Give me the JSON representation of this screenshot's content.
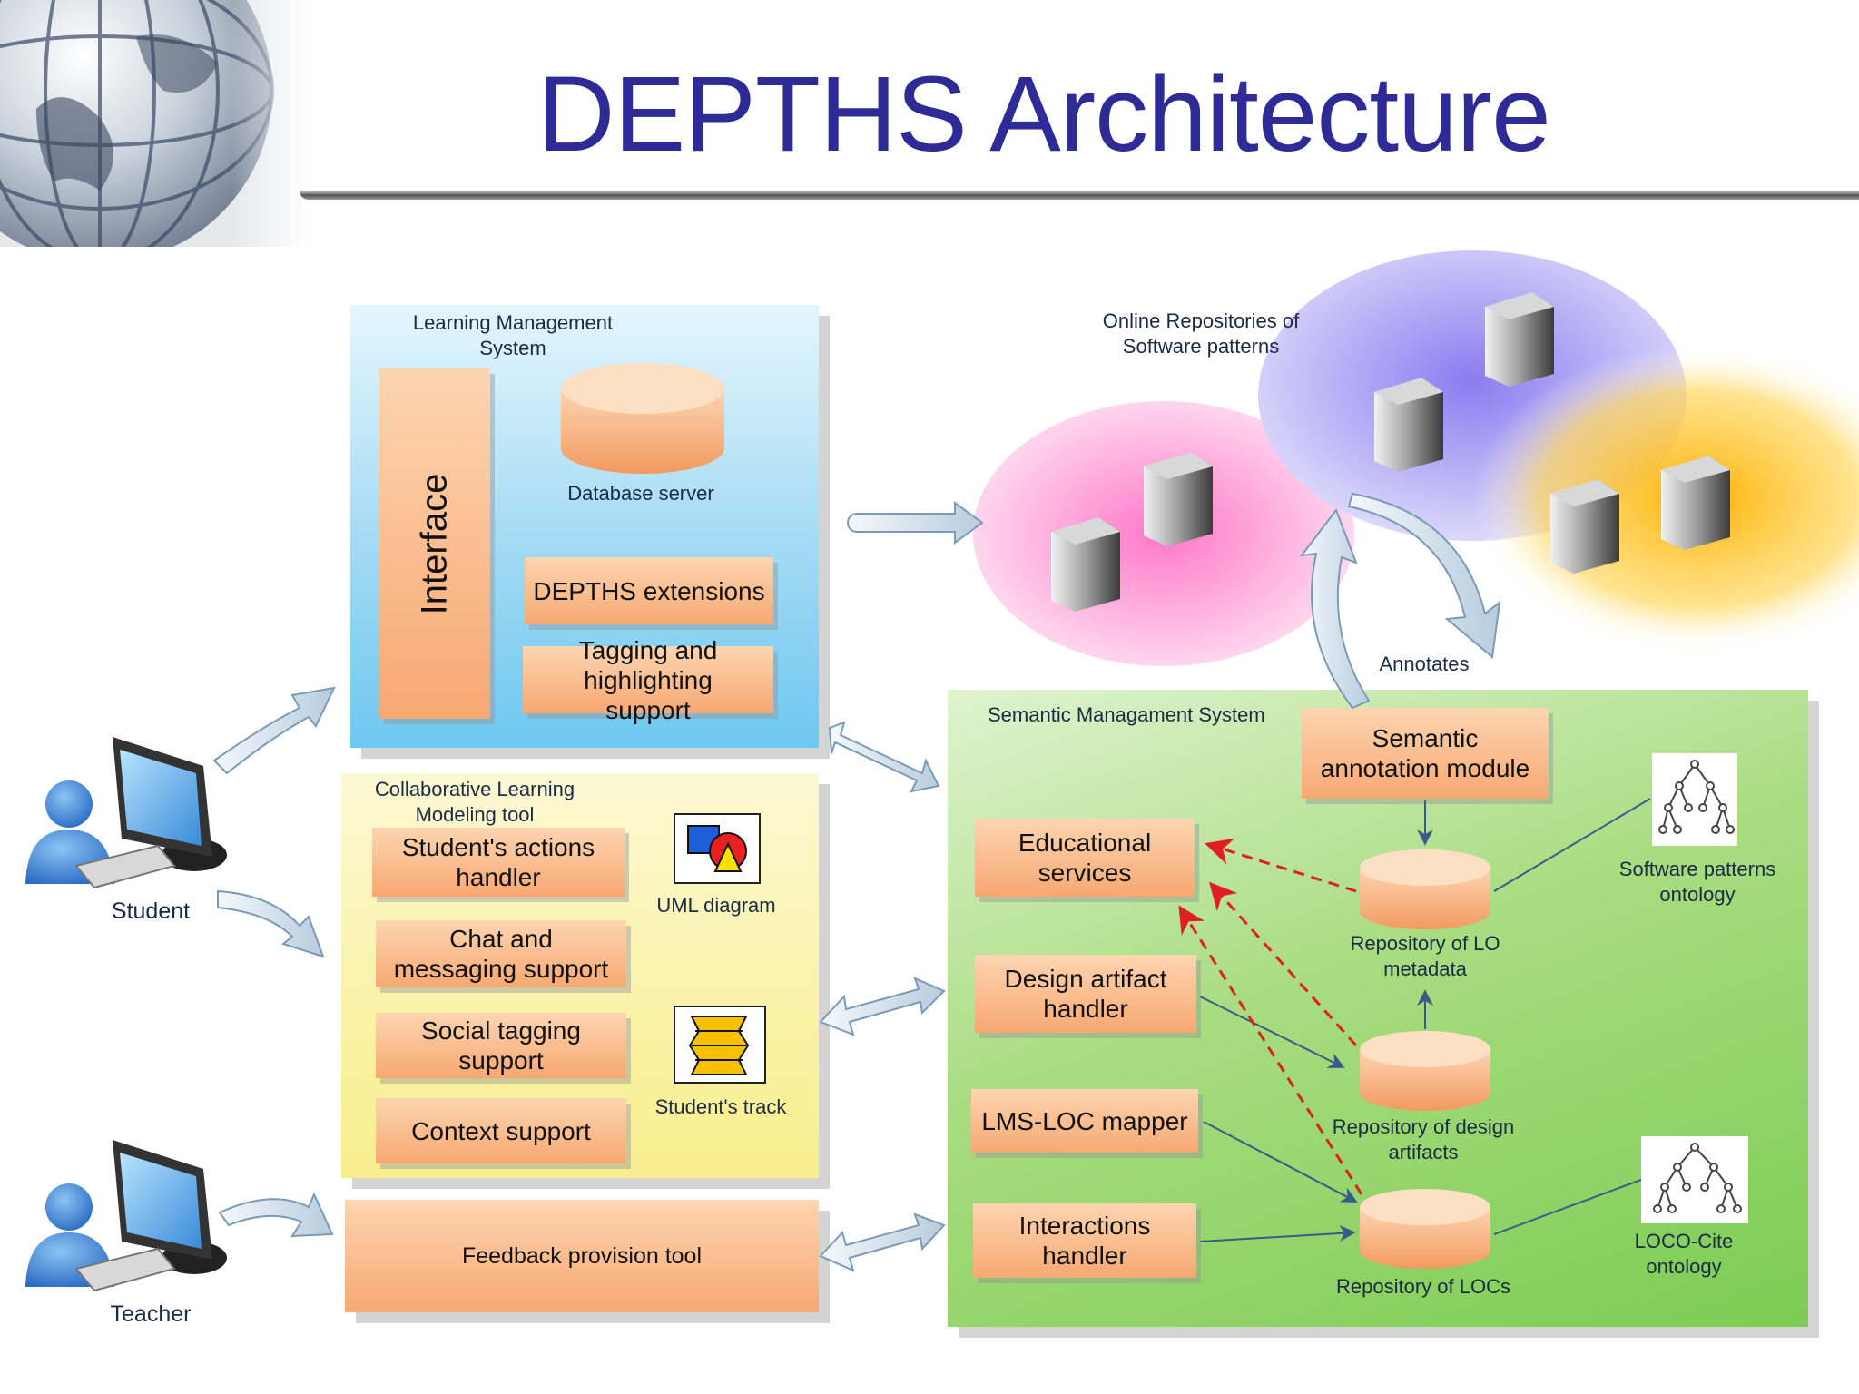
{
  "title": "DEPTHS Architecture",
  "lms": {
    "label": "Learning Management System",
    "interface": "Interface",
    "database": "Database server",
    "extensions": "DEPTHS extensions",
    "tagging": "Tagging and highlighting support"
  },
  "online_repos": {
    "label": "Online Repositories of Software patterns",
    "annotates": "Annotates"
  },
  "clmt": {
    "label": "Collaborative Learning Modeling tool",
    "actions": "Student's actions handler",
    "chat": "Chat and messaging support",
    "social": "Social tagging support",
    "context": "Context support",
    "uml": "UML diagram",
    "track": "Student's track"
  },
  "feedback": "Feedback provision tool",
  "actors": {
    "student": "Student",
    "teacher": "Teacher"
  },
  "sms": {
    "label": "Semantic Managament System",
    "annotation": "Semantic annotation module",
    "educational": "Educational services",
    "design": "Design artifact handler",
    "mapper": "LMS-LOC mapper",
    "interactions": "Interactions handler",
    "repo_lo": "Repository of LO metadata",
    "repo_design": "Repository of design artifacts",
    "repo_locs": "Repository of LOCs",
    "sp_ontology": "Software patterns ontology",
    "loco_ontology": "LOCO-Cite ontology"
  },
  "colors": {
    "title": "#2e2a96",
    "peach": "#f7a872",
    "lms_panel": "#6ec8f0",
    "clmt_panel": "#f8f08c",
    "sms_panel": "#7ccc52",
    "dashed_arrow": "#e02020"
  }
}
